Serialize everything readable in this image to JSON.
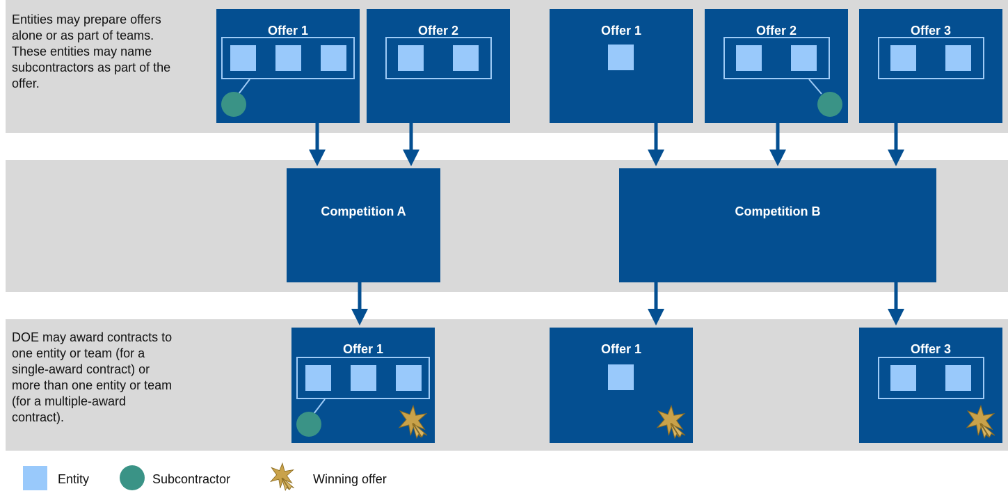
{
  "top_description": "Entities may prepare offers\nalone or as part of teams.\nThese entities may name\nsubcontractors as part of the\noffer.",
  "bottom_description": "DOE may award contracts to\none entity or team (for a\nsingle-award contract) or\nmore than one entity or team\n(for a multiple-award\ncontract).",
  "offers_a": [
    {
      "label": "Offer 1"
    },
    {
      "label": "Offer 2"
    }
  ],
  "offers_b": [
    {
      "label": "Offer 1"
    },
    {
      "label": "Offer 2"
    },
    {
      "label": "Offer 3"
    }
  ],
  "competitions": [
    {
      "label": "Competition A"
    },
    {
      "label": "Competition B"
    }
  ],
  "awards": [
    {
      "label": "Offer 1"
    },
    {
      "label": "Offer 1"
    },
    {
      "label": "Offer 3"
    }
  ],
  "legend": {
    "entity": "Entity",
    "subcontractor": "Subcontractor",
    "winning": "Winning offer"
  },
  "colors": {
    "band": "#d9d9d9",
    "box": "#044f91",
    "entity": "#99c9fb",
    "subcontractor": "#3a9386",
    "award": "#c9a24a"
  }
}
